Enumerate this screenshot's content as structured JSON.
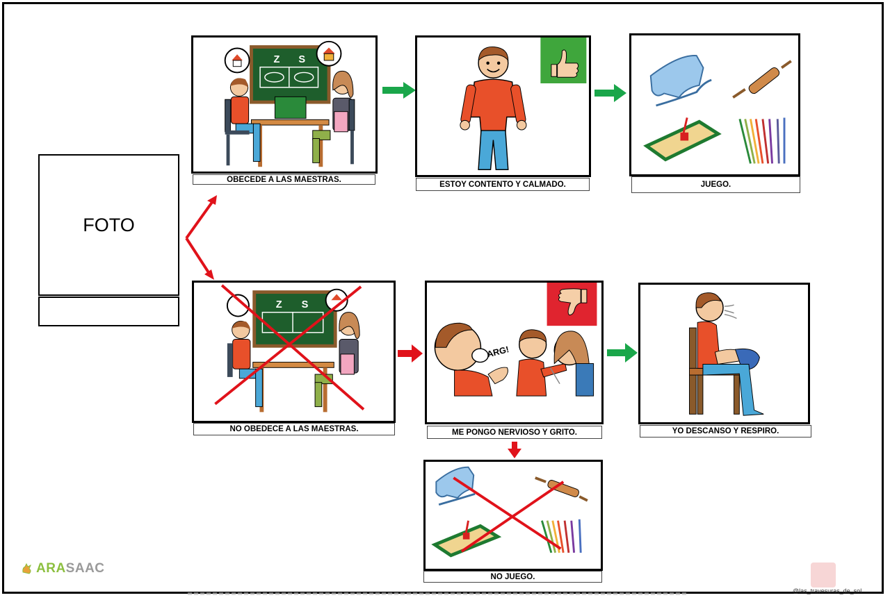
{
  "photo": {
    "label": "FOTO"
  },
  "top_row": [
    {
      "id": "obeys",
      "caption": "OBECEDE A LAS MAESTRAS."
    },
    {
      "id": "happy",
      "caption": "ESTOY CONTENTO Y CALMADO."
    },
    {
      "id": "play",
      "caption": "JUEGO."
    }
  ],
  "bottom_row": [
    {
      "id": "disobeys",
      "caption": "NO OBEDECE A LAS MAESTRAS."
    },
    {
      "id": "nervous",
      "caption": "ME PONGO NERVIOSO Y GRITO.",
      "speech": "ARG!"
    },
    {
      "id": "rest",
      "caption": "YO DESCANSO Y RESPIRO."
    }
  ],
  "consequence": {
    "id": "no-play",
    "caption": "NO JUEGO."
  },
  "board_letters": [
    "Z",
    "S"
  ],
  "logo": {
    "part1": "ARA",
    "part2": "SAAC"
  },
  "author_tag": "@las_travesuras_de_sol",
  "colors": {
    "positive_arrow": "#1aa64a",
    "negative_arrow": "#e0121a",
    "thumbs_up_bg": "#3fa63c",
    "thumbs_down_bg": "#e0242f",
    "board": "#1e5e2c",
    "shirt": "#e8502a",
    "pants": "#4aa8d8"
  },
  "icons": [
    "thumbs-up-icon",
    "thumbs-down-icon",
    "green-arrow-icon",
    "red-arrow-icon",
    "red-cross-icon"
  ]
}
